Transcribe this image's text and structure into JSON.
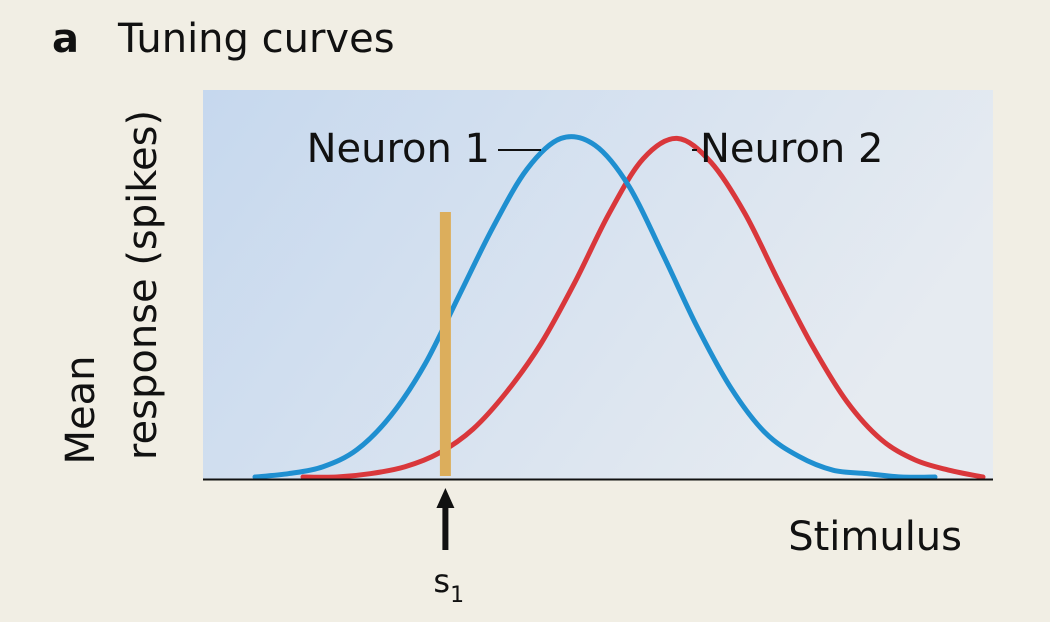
{
  "panel": {
    "letter": "a",
    "title": "Tuning curves"
  },
  "chart_data": {
    "type": "line",
    "xlabel": "Stimulus",
    "ylabel_lines": [
      "Mean",
      "response (spikes)"
    ],
    "xlim": [
      0,
      100
    ],
    "ylim": [
      0,
      1.0
    ],
    "grid": false,
    "x": [
      0,
      5,
      10,
      15,
      20,
      25,
      30,
      35,
      40,
      45,
      50,
      55,
      60,
      65,
      70,
      75,
      80,
      85,
      90,
      95,
      100
    ],
    "series": [
      {
        "name": "Neuron 1",
        "color": "#1f8fd0",
        "values": [
          0.0,
          0.01,
          0.03,
          0.08,
          0.18,
          0.33,
          0.53,
          0.73,
          0.9,
          0.99,
          0.97,
          0.85,
          0.65,
          0.44,
          0.26,
          0.13,
          0.06,
          0.02,
          0.01,
          0.0,
          0.0
        ]
      },
      {
        "name": "Neuron 2",
        "color": "#d9373b",
        "values": [
          0.0,
          0.0,
          0.01,
          0.03,
          0.07,
          0.14,
          0.25,
          0.39,
          0.57,
          0.77,
          0.93,
          0.99,
          0.92,
          0.77,
          0.57,
          0.38,
          0.22,
          0.11,
          0.05,
          0.02,
          0.0
        ]
      }
    ],
    "marker": {
      "label": "s",
      "subscript": "1",
      "x": 28,
      "color": "#dcae5c"
    },
    "colors": {
      "plot_background": "#cbdcf0",
      "page_background": "#f1eee4"
    }
  }
}
